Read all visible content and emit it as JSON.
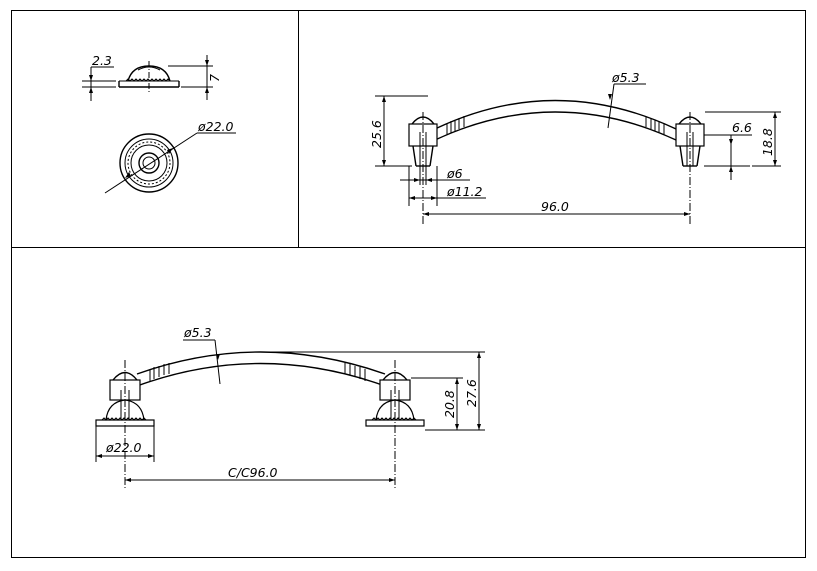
{
  "drawing": {
    "top_left_view": {
      "dim_base_height": "2.3",
      "dim_total_height": "7",
      "dim_diameter": "ø22.0"
    },
    "top_right_view": {
      "dim_height_left": "25.6",
      "dim_bar_diameter": "ø5.3",
      "dim_right_small": "6.6",
      "dim_right_height": "18.8",
      "dim_shaft_diameter": "ø6",
      "dim_foot_diameter": "ø11.2",
      "dim_length": "96.0"
    },
    "bottom_view": {
      "dim_bar_diameter": "ø5.3",
      "dim_inner_height": "20.8",
      "dim_total_height": "27.6",
      "dim_base_diameter": "ø22.0",
      "dim_center_distance": "C/C96.0"
    }
  }
}
